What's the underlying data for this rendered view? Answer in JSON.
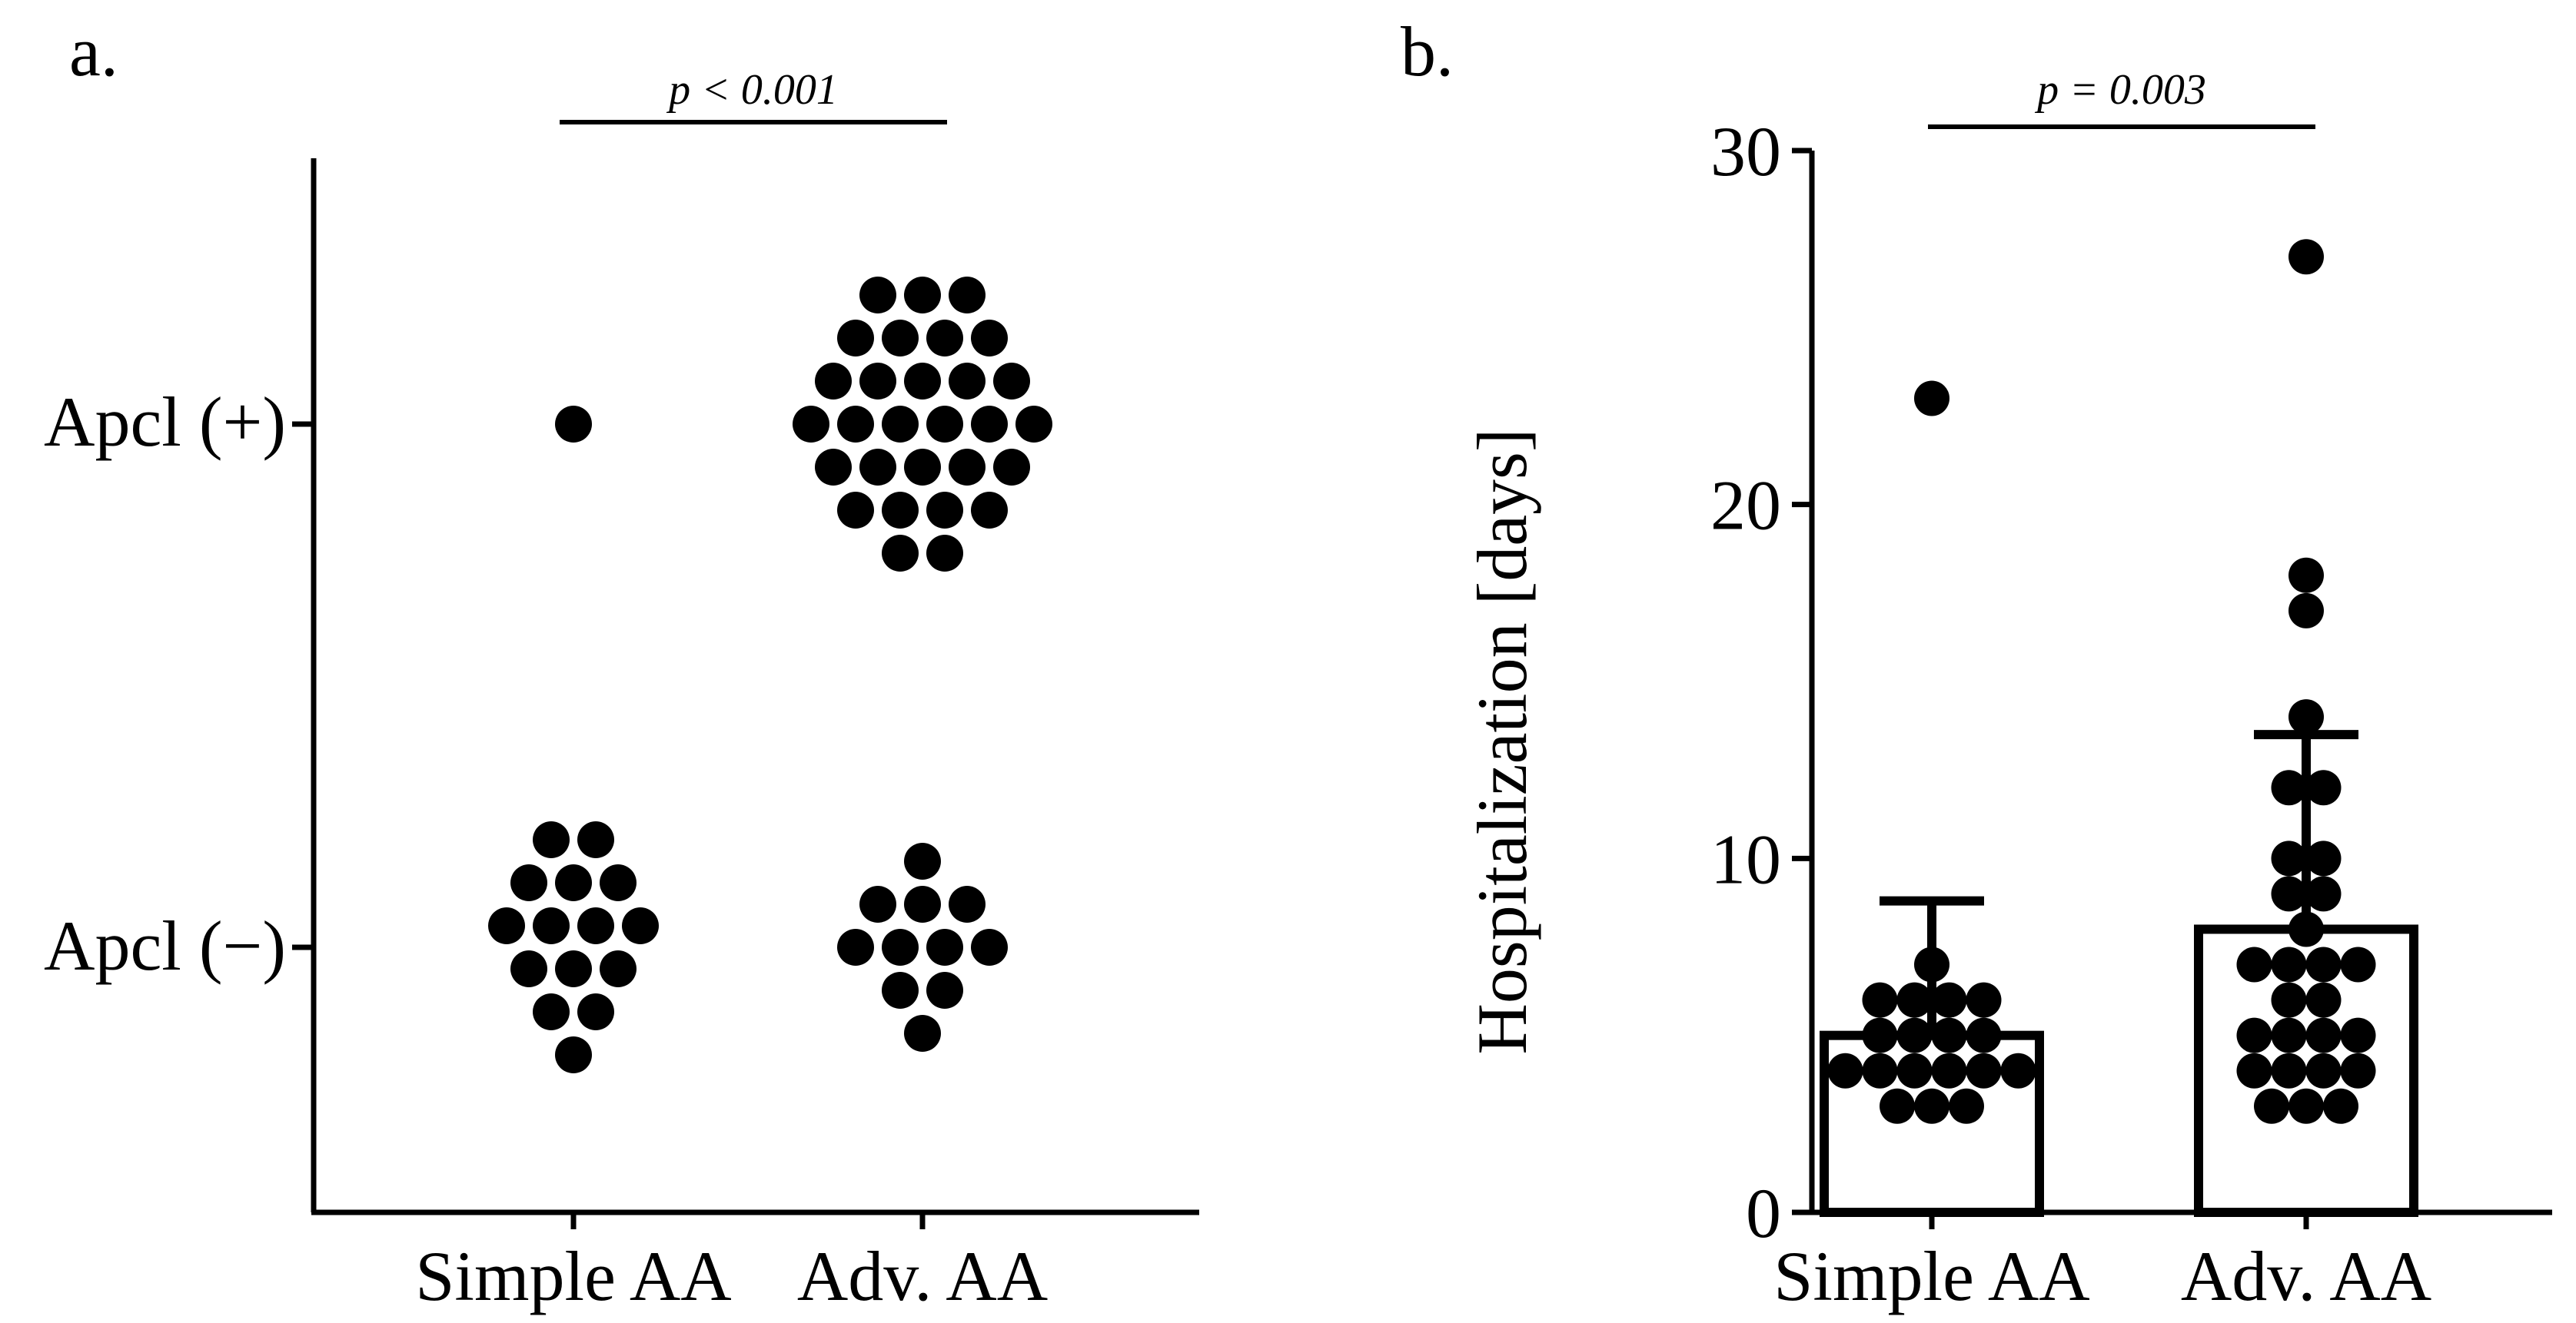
{
  "chart_data": [
    {
      "type": "scatter",
      "panel_label": "a.",
      "categories": [
        "Simple AA",
        "Adv. AA"
      ],
      "y_categories": [
        "Apcl (+)",
        "Apcl (−)"
      ],
      "counts": [
        {
          "category": "Simple AA",
          "y_category": "Apcl (+)",
          "n": 1
        },
        {
          "category": "Simple AA",
          "y_category": "Apcl (−)",
          "n": 15
        },
        {
          "category": "Adv. AA",
          "y_category": "Apcl (+)",
          "n": 29
        },
        {
          "category": "Adv. AA",
          "y_category": "Apcl (−)",
          "n": 11
        }
      ],
      "annotation": "p < 0.001",
      "grid": false,
      "legend": "none"
    },
    {
      "type": "bar",
      "panel_label": "b.",
      "categories": [
        "Simple AA",
        "Adv. AA"
      ],
      "ylabel": "Hospitalization [days]",
      "ylim": [
        0,
        30
      ],
      "yticks": [
        0,
        10,
        20,
        30
      ],
      "means": [
        5,
        8
      ],
      "sd": [
        3.8,
        5.5
      ],
      "points": [
        [
          23,
          7,
          6,
          6,
          6,
          6,
          5,
          5,
          5,
          5,
          4,
          4,
          4,
          4,
          4,
          4,
          3,
          3,
          3
        ],
        [
          27,
          18,
          17,
          14,
          12,
          12,
          10,
          10,
          9,
          9,
          8,
          7,
          7,
          7,
          7,
          6,
          6,
          5,
          5,
          5,
          5,
          4,
          4,
          4,
          4,
          3,
          3,
          3
        ]
      ],
      "annotation": "p = 0.003",
      "grid": false,
      "legend": "none"
    }
  ]
}
